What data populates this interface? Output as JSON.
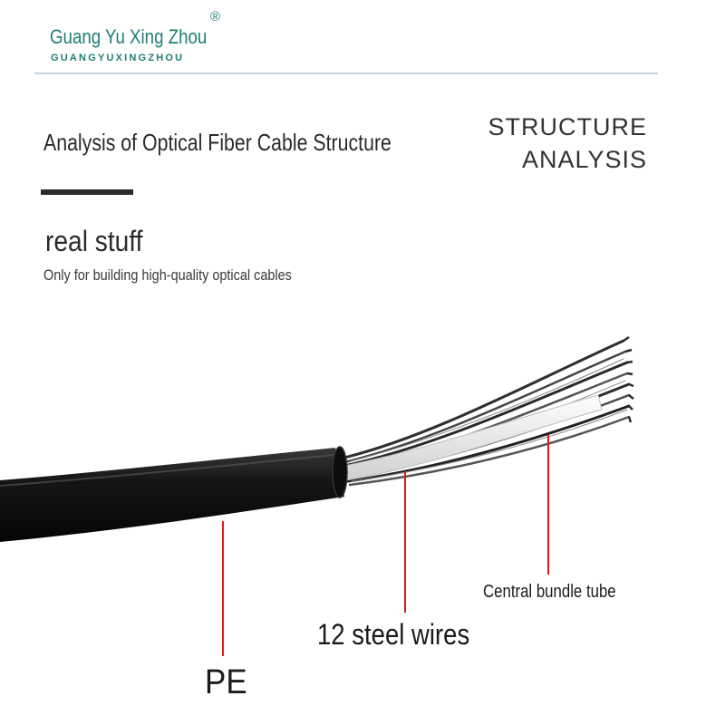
{
  "brand": {
    "name": "Guang Yu Xing Zhou",
    "registered_mark": "®",
    "subname": "GUANGYUXINGZHOU",
    "color": "#1f7d74"
  },
  "header": {
    "title": "Analysis of Optical Fiber Cable Structure",
    "structure_label_line1": "STRUCTURE",
    "structure_label_line2": "ANALYSIS"
  },
  "intro": {
    "subhead": "real stuff",
    "tagline": "Only for building high-quality optical cables"
  },
  "callouts": {
    "pe": "PE",
    "steel_wires": "12 steel wires",
    "bundle_tube": "Central bundle tube",
    "line_color": "#e01a1a"
  }
}
